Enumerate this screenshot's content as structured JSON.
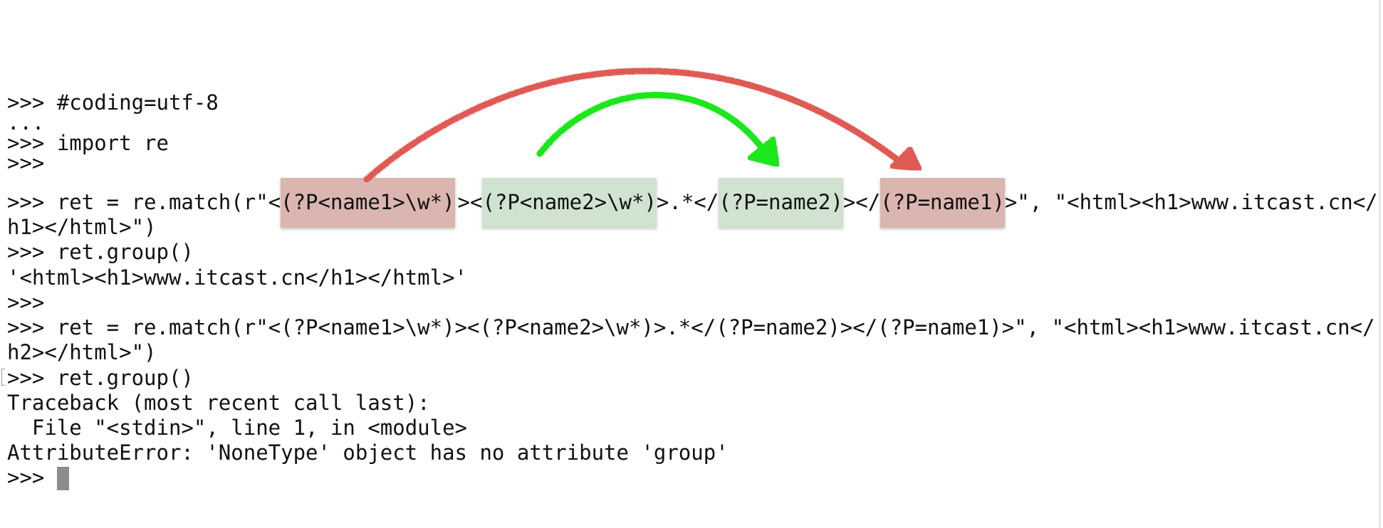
{
  "terminal": {
    "lines": [
      ">>> #coding=utf-8",
      "...",
      ">>> import re",
      ">>>",
      "h1></html>\")",
      ">>> ret.group()",
      "'<html><h1>www.itcast.cn</h1></html>'",
      ">>>",
      ">>> ret = re.match(r\"<(?P<name1>\\w*)><(?P<name2>\\w*)>.*</(?P=name2)></(?P=name1)>\", \"<html><h1>www.itcast.cn</",
      "h2></html>\")",
      ">>> ret.group()",
      "Traceback (most recent call last):",
      "  File \"<stdin>\", line 1, in <module>",
      "AttributeError: 'NoneType' object has no attribute 'group'"
    ],
    "highlighted_line": {
      "prefix": ">>> ret = re.match(r\"<",
      "group1": "(?P<name1>\\w*)",
      "sep1": "><",
      "group2": "(?P<name2>\\w*)",
      "sep2": ">.*</",
      "backref2": "(?P=name2)",
      "sep3": "></",
      "backref1": "(?P=name1)",
      "suffix": ">\", \"<html><h1>www.itcast.cn</"
    },
    "prompt": ">>> "
  },
  "colors": {
    "outer_arrow": "#e05a55",
    "inner_arrow": "#1ee61e",
    "group_name1_highlight": "#d8ada7",
    "group_name2_highlight": "#d3e3d3",
    "cursor": "#8c8c8c"
  }
}
